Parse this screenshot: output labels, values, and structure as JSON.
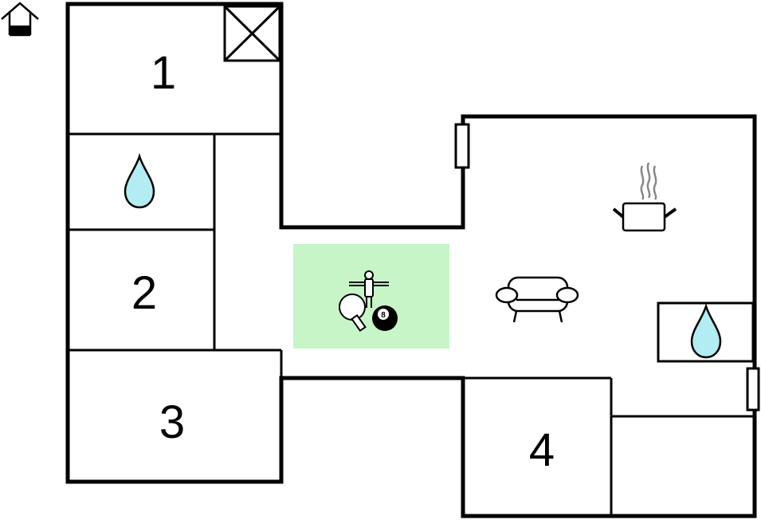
{
  "colors": {
    "wall": "#000000",
    "water": "#b3ecf2",
    "activity_area": "#c8f5c8",
    "background": "#ffffff"
  },
  "rooms": [
    {
      "id": "room-1",
      "label": "1"
    },
    {
      "id": "room-2",
      "label": "2"
    },
    {
      "id": "room-3",
      "label": "3"
    },
    {
      "id": "room-4",
      "label": "4"
    }
  ],
  "icons": {
    "top_left": "house-floor-icon",
    "stair_or_void": "crossed-box-icon",
    "bathroom_1": "water-drop-icon",
    "bathroom_2": "water-drop-icon",
    "kitchen": "cooking-pot-icon",
    "living": "sofa-icon",
    "games": [
      "foosball-icon",
      "table-tennis-paddle-icon",
      "billiard-ball-icon"
    ],
    "billiard_ball_number": "8"
  }
}
